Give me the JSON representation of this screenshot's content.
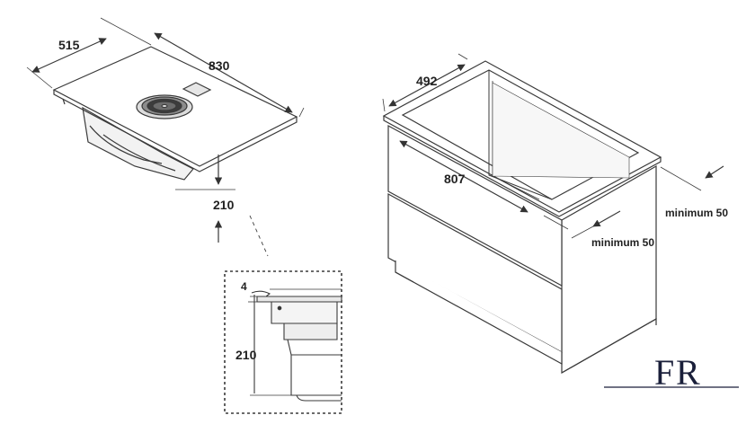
{
  "hob": {
    "depth": "515",
    "width": "830",
    "height": "210"
  },
  "detail": {
    "thickness": "4",
    "height": "210"
  },
  "cabinet": {
    "depth": "492",
    "width": "807",
    "clearance_front": "minimum 50",
    "clearance_side": "minimum 50"
  },
  "logo": {
    "letter_1": "F",
    "letter_2": "R"
  },
  "colors": {
    "line": "#3a3a3a",
    "text": "#222222",
    "logo": "#1a1f3a"
  }
}
